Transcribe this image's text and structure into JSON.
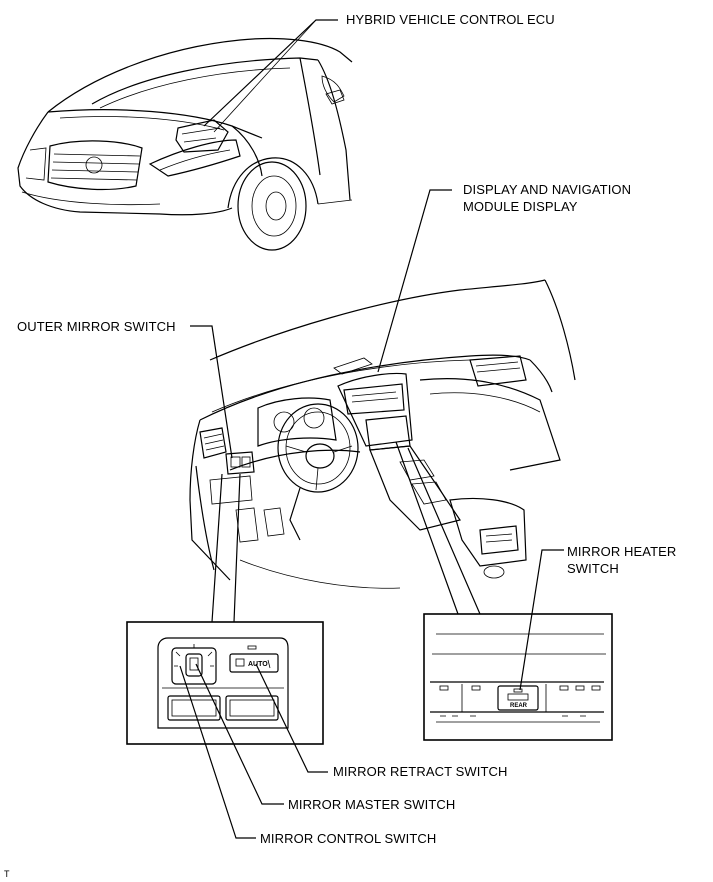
{
  "labels": {
    "hybrid_ecu": "HYBRID VEHICLE CONTROL ECU",
    "display_nav_line1": "DISPLAY AND NAVIGATION",
    "display_nav_line2": "MODULE DISPLAY",
    "outer_mirror_switch": "OUTER MIRROR SWITCH",
    "mirror_heater_line1": "MIRROR HEATER",
    "mirror_heater_line2": "SWITCH",
    "mirror_retract_switch": "MIRROR RETRACT SWITCH",
    "mirror_master_switch": "MIRROR MASTER SWITCH",
    "mirror_control_switch": "MIRROR CONTROL SWITCH"
  },
  "inset_text": {
    "auto": "AUTO",
    "rear": "REAR"
  },
  "ref_code": "T"
}
